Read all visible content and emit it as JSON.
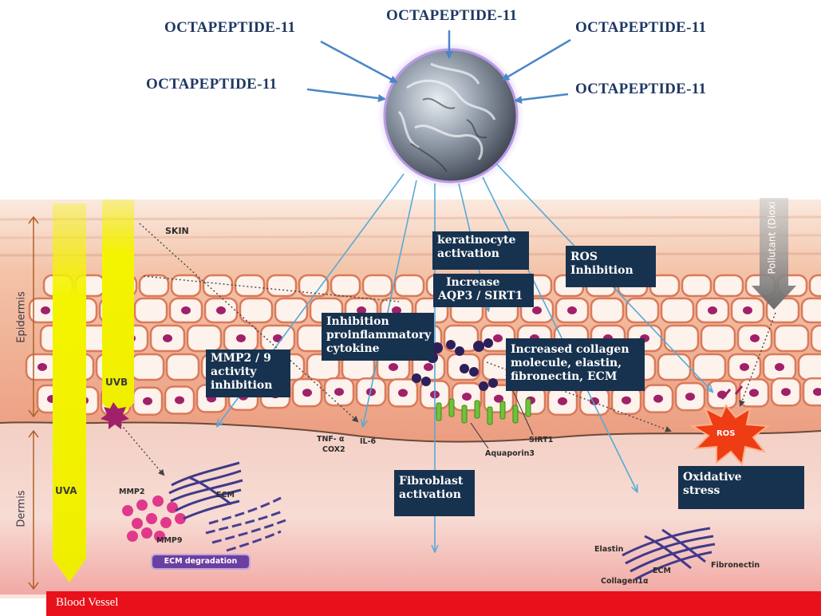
{
  "peptide_labels": [
    "OCTAPEPTIDE-11",
    "OCTAPEPTIDE-11",
    "OCTAPEPTIDE-11",
    "OCTAPEPTIDE-11",
    "OCTAPEPTIDE-11"
  ],
  "layers": {
    "epidermis": "Epidermis",
    "dermis": "Dermis",
    "skin": "SKIN"
  },
  "rays": {
    "uvb": "UVB",
    "uva": "UVA"
  },
  "pollutant": "Pollutant (Dioxi",
  "boxes": {
    "keratinocyte": [
      "keratinocyte",
      "activation"
    ],
    "ros_inhibition": [
      "ROS",
      "Inhibition"
    ],
    "aqp3": [
      "Increase",
      "AQP3 / SIRT1"
    ],
    "cytokine": [
      "Inhibition",
      "proinflammatory",
      "cytokine"
    ],
    "mmp": [
      "MMP2 / 9",
      "activity",
      "inhibition"
    ],
    "collagen": [
      "Increased collagen",
      "molecule, elastin,",
      "fibronectin, ECM"
    ],
    "fibroblast": [
      "Fibroblast",
      "activation"
    ],
    "oxidative": [
      "Oxidative",
      "stress"
    ]
  },
  "diagram_labels": {
    "tnf": "TNF- α",
    "cox2": "COX2",
    "il6": "IL-6",
    "sirt1": "SIRT1",
    "aquaporin": "Aquaporin3",
    "ros": "ROS",
    "mmp2": "MMP2",
    "mmp9": "MMP9",
    "ecm_left": "ECM",
    "ecm_degradation": "ECM degradation",
    "elastin": "Elastin",
    "fibronectin": "Fibronectin",
    "ecm_right": "ECM",
    "collagen1a": "Collagen1α"
  },
  "blood_vessel": "Blood Vessel",
  "colors": {
    "box_bg": "#17324f",
    "peptide_text": "#1f3864",
    "arrow_blue": "#4a86c8",
    "blood_vessel": "#e8101a",
    "uv_yellow": "#f2f200",
    "ros_burst": "#ee3c14",
    "mmp_magenta": "#e0398c"
  }
}
